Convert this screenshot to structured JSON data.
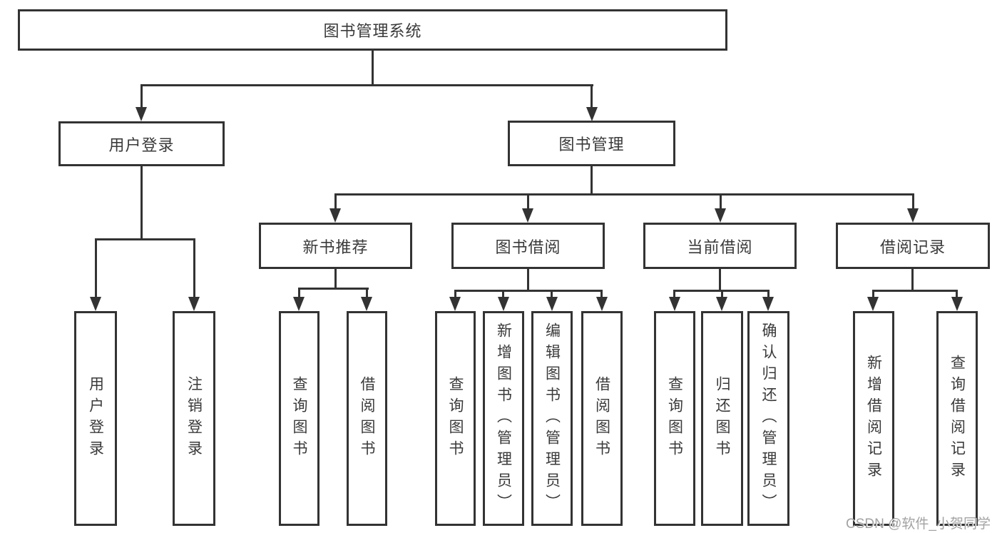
{
  "nodes": {
    "root": "图书管理系统",
    "user_login": "用户登录",
    "book_management": "图书管理",
    "new_book_recommend": "新书推荐",
    "book_borrow": "图书借阅",
    "current_borrow": "当前借阅",
    "borrow_records": "借阅记录"
  },
  "leaves": {
    "user_login": [
      "用户登录",
      "注销登录"
    ],
    "new_book_recommend": [
      "查询图书",
      "借阅图书"
    ],
    "book_borrow": [
      "查询图书",
      "新增图书（管理员）",
      "编辑图书（管理员）",
      "借阅图书"
    ],
    "current_borrow": [
      "查询图书",
      "归还图书",
      "确认归还（管理员）"
    ],
    "borrow_records": [
      "新增借阅记录",
      "查询借阅记录"
    ]
  },
  "watermark": "CSDN @软件_小贺同学",
  "colors": {
    "line": "#333333",
    "text": "#3a3a3a",
    "background": "#ffffff",
    "watermark": "#a3a3a3"
  }
}
